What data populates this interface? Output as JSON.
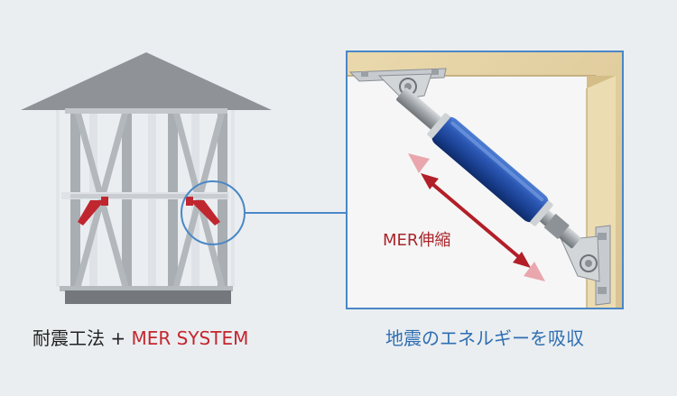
{
  "captions": {
    "left_prefix": "耐震工法 + ",
    "left_system": "MER SYSTEM",
    "right": "地震のエネルギーを吸収"
  },
  "detail": {
    "label": "MER伸縮"
  },
  "colors": {
    "background": "#ebeef1",
    "frame_light": "#dfe3e7",
    "frame_gray": "#a9aeb3",
    "roof": "#8f9397",
    "foundation": "#74787c",
    "brace_red": "#c0262e",
    "callout_blue": "#4a87c6",
    "damper_blue": "#1f4aa0",
    "arrow_red": "#b21f28",
    "arrow_pink": "#e9a7ad",
    "wood": "#e2cf9f"
  }
}
